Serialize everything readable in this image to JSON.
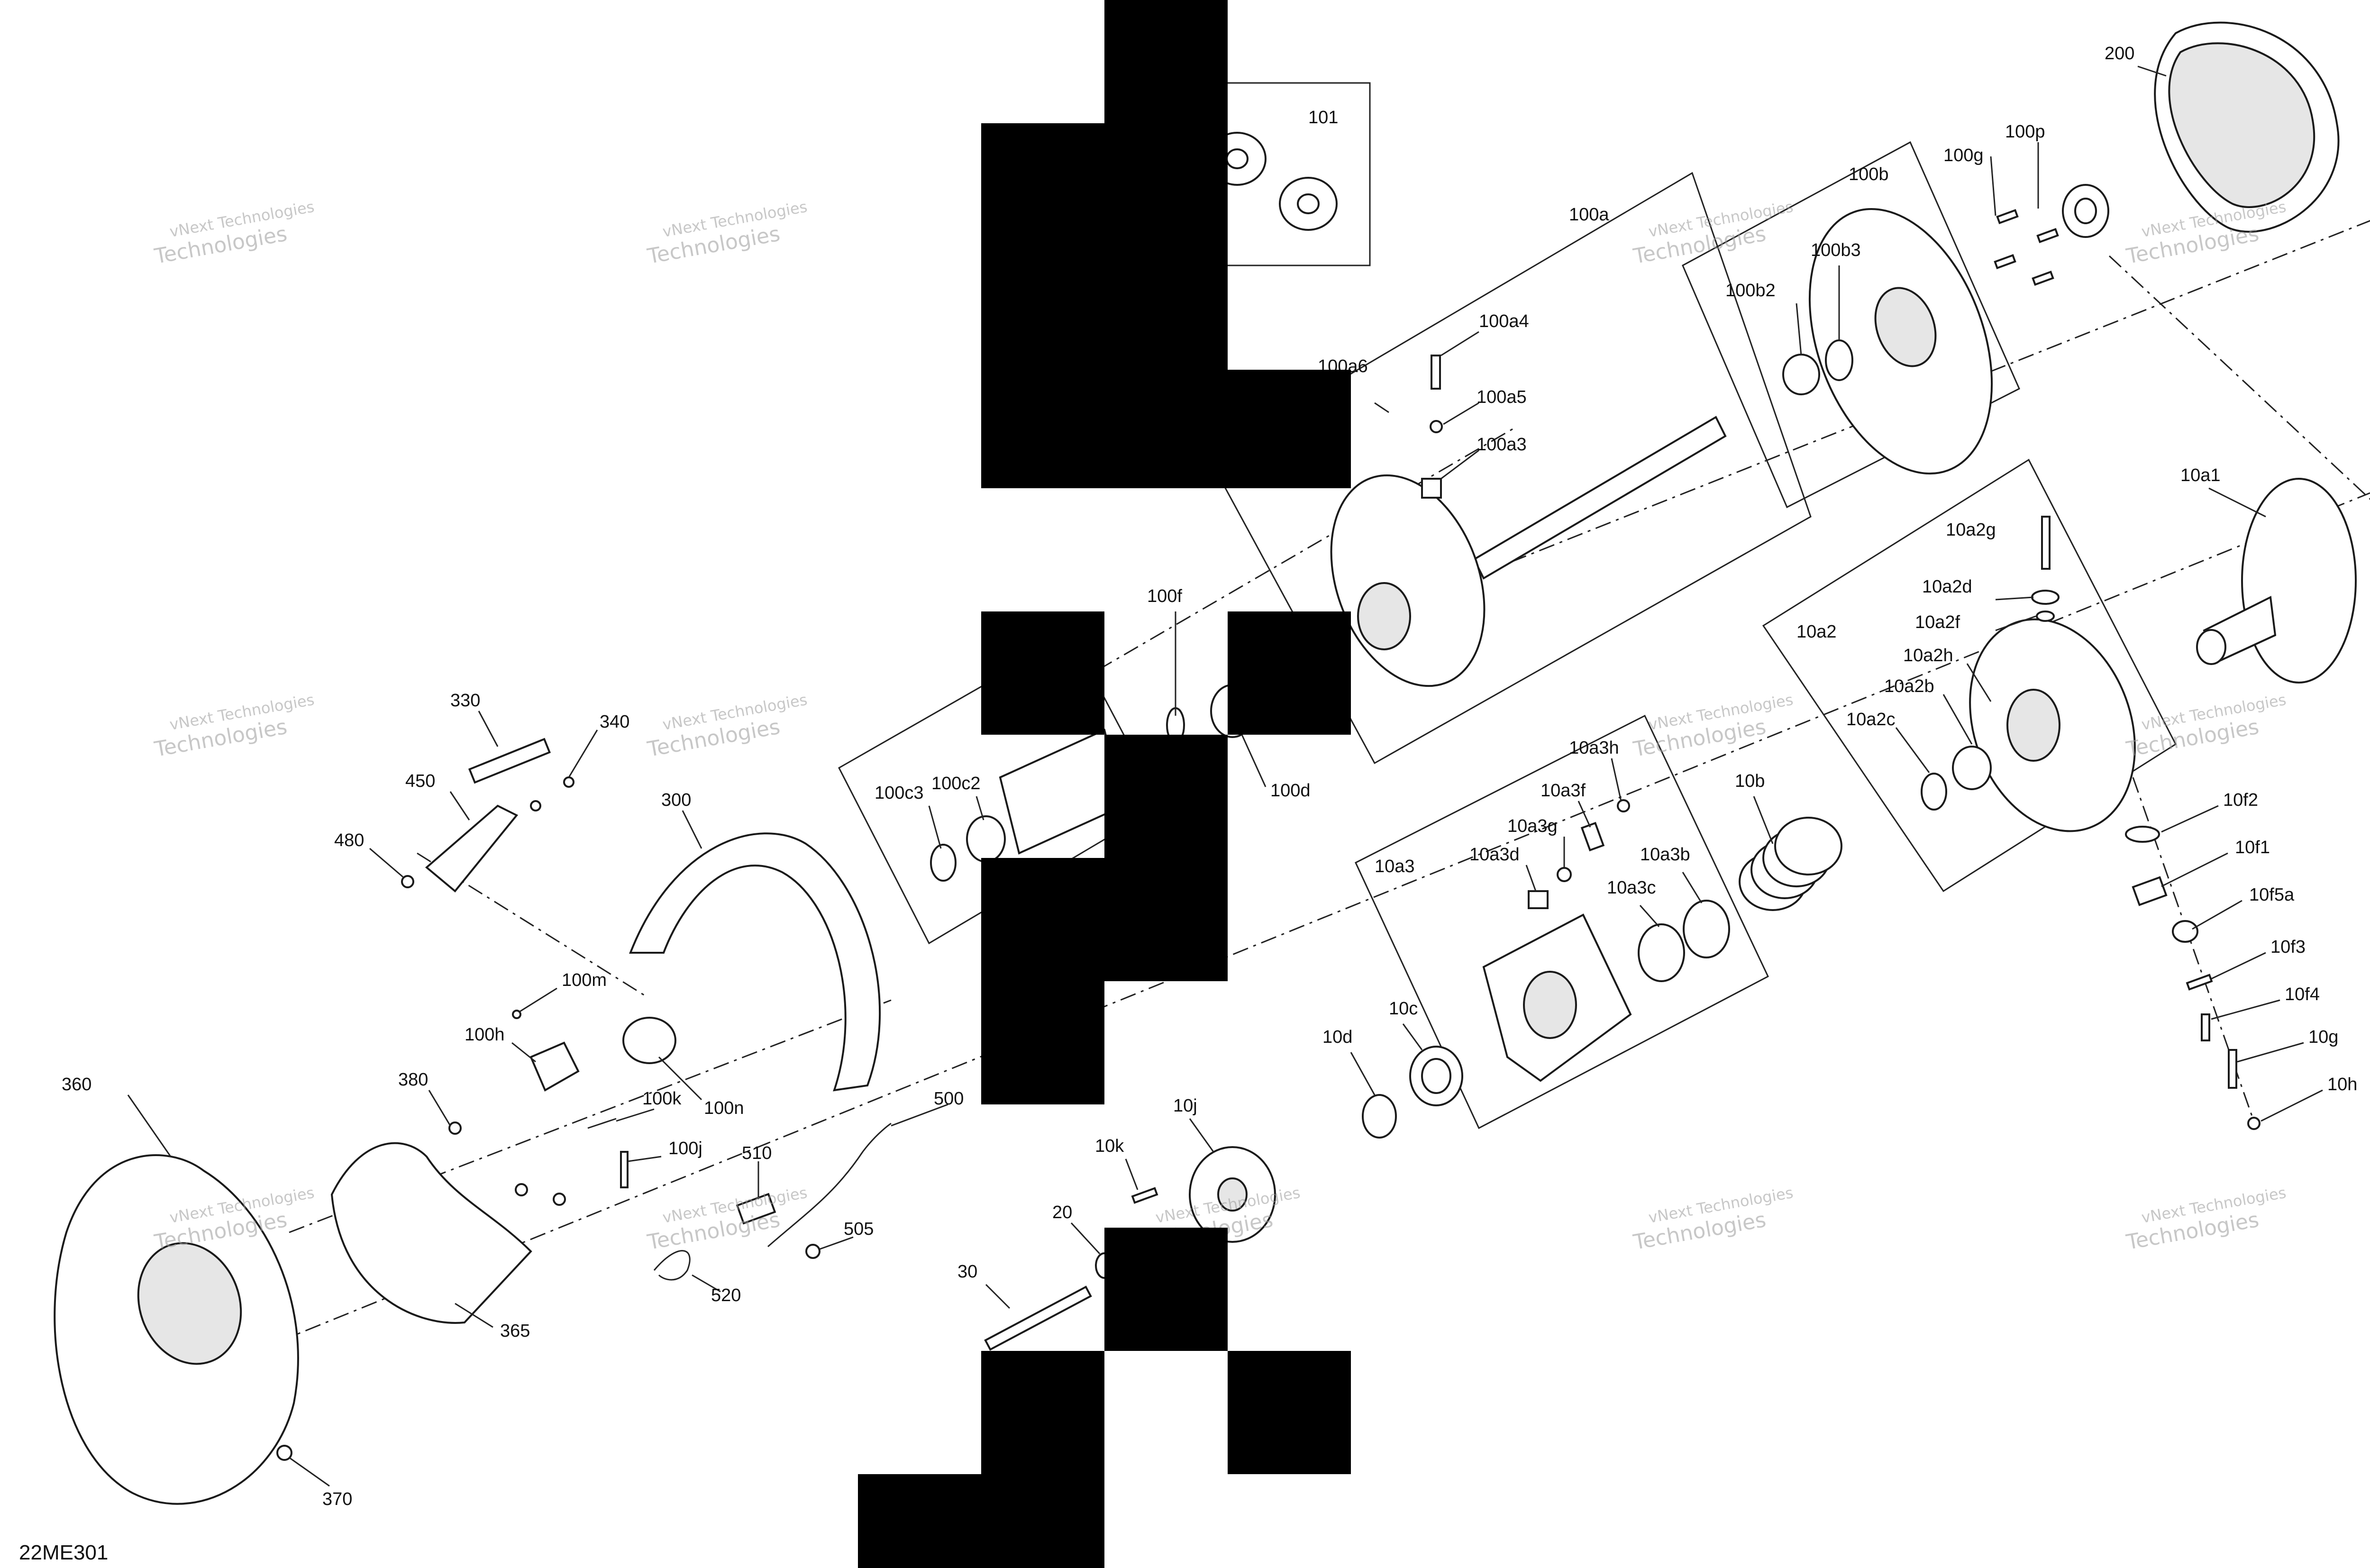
{
  "figure_code": "22ME301",
  "watermark": {
    "line1": "vNext Technologies",
    "line2": "Technologies"
  },
  "callouts": [
    "101",
    "200",
    "100a",
    "100b",
    "100g",
    "100p",
    "100b3",
    "100b2",
    "100a4",
    "100a6",
    "100a5",
    "100a3",
    "10a1",
    "10a2g",
    "10a2d",
    "10a2",
    "10a2f",
    "10a2h",
    "10a2b",
    "10a2c",
    "10f2",
    "10f1",
    "10f5a",
    "10f3",
    "10f4",
    "10g",
    "10h",
    "100f",
    "100d",
    "100c3",
    "100c2",
    "10a3h",
    "10a3f",
    "10a3g",
    "10a3",
    "10a3d",
    "10a3b",
    "10a3c",
    "10b",
    "10d",
    "10c",
    "10j",
    "10k",
    "20",
    "30",
    "330",
    "340",
    "450",
    "480",
    "300",
    "100m",
    "100h",
    "100k",
    "100n",
    "100j",
    "380",
    "360",
    "365",
    "370",
    "500",
    "510",
    "505",
    "520"
  ],
  "colors": {
    "line": "#1a1a1a",
    "mask": "#000000",
    "watermark": "#9a9a9a",
    "background": "#ffffff"
  }
}
